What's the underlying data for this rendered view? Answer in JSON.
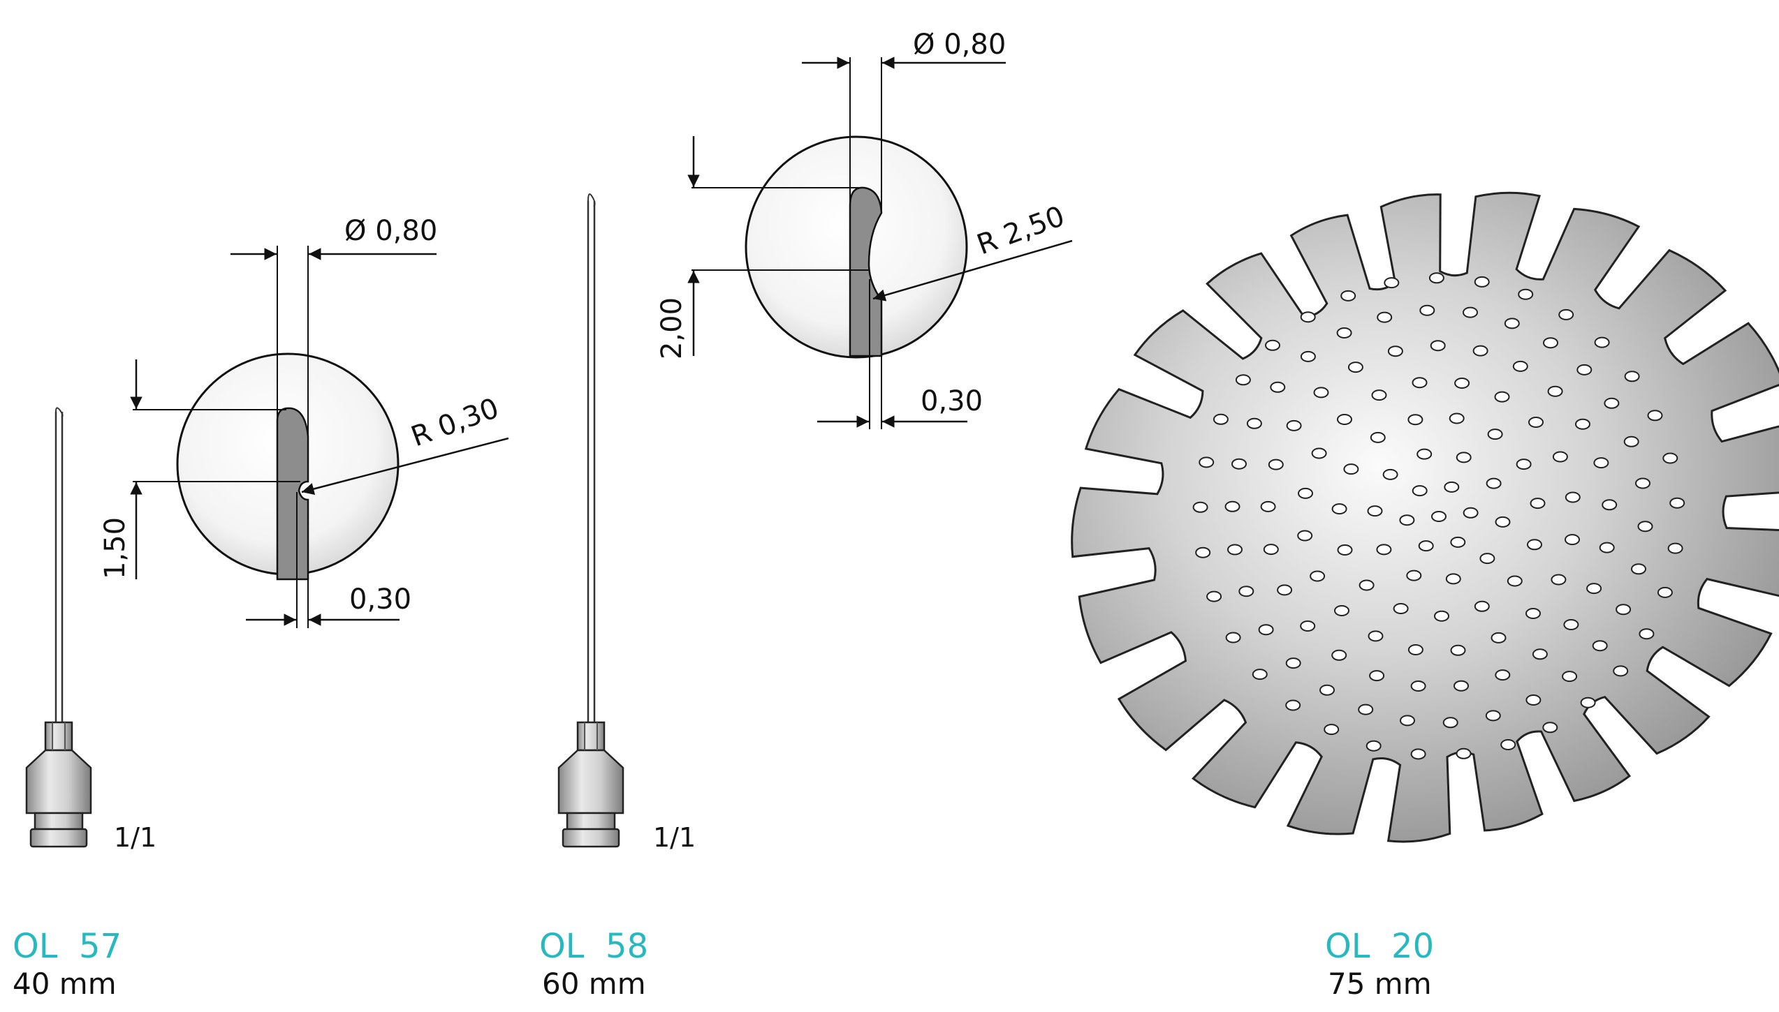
{
  "colors": {
    "code": "#27b8c0",
    "line": "#111111",
    "metal": "#8d8d8d"
  },
  "products": [
    {
      "code": "OL  57",
      "length": "40 mm",
      "scale": "1/1",
      "dims": {
        "diameter": "Ø 0,80",
        "radius": "R 0,30",
        "depth": "1,50",
        "thickness": "0,30"
      }
    },
    {
      "code": "OL  58",
      "length": "60 mm",
      "scale": "1/1",
      "dims": {
        "diameter": "Ø 0,80",
        "radius": "R 2,50",
        "depth": "2,00",
        "thickness": "0,30"
      }
    },
    {
      "code": "OL  20",
      "length": "75 mm"
    }
  ]
}
